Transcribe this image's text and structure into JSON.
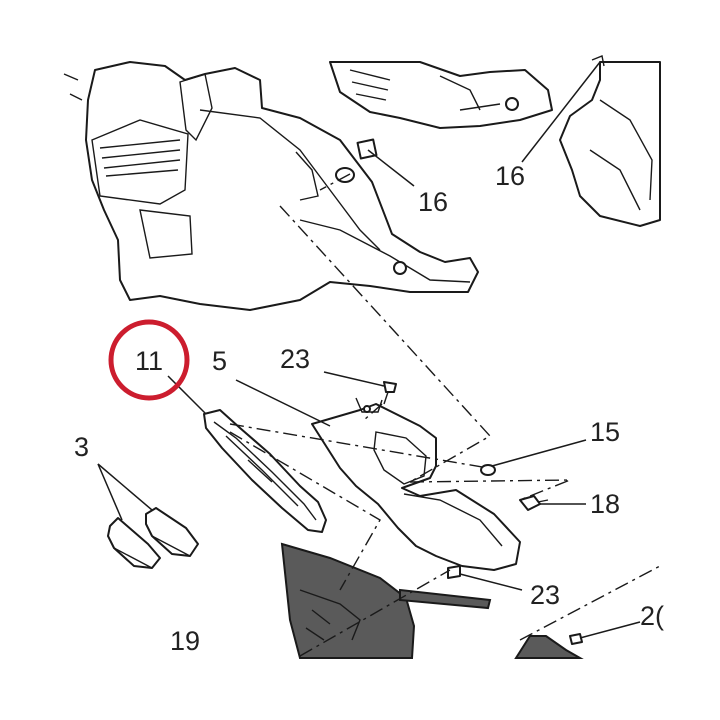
{
  "highlight": {
    "color": "#cc1d2e",
    "target": "11"
  },
  "callouts": {
    "c16a": "16",
    "c16b": "16",
    "c11": "11",
    "c5": "5",
    "c23a": "23",
    "c3": "3",
    "c15": "15",
    "c18": "18",
    "c23b": "23",
    "c19": "19",
    "c20": "2("
  }
}
